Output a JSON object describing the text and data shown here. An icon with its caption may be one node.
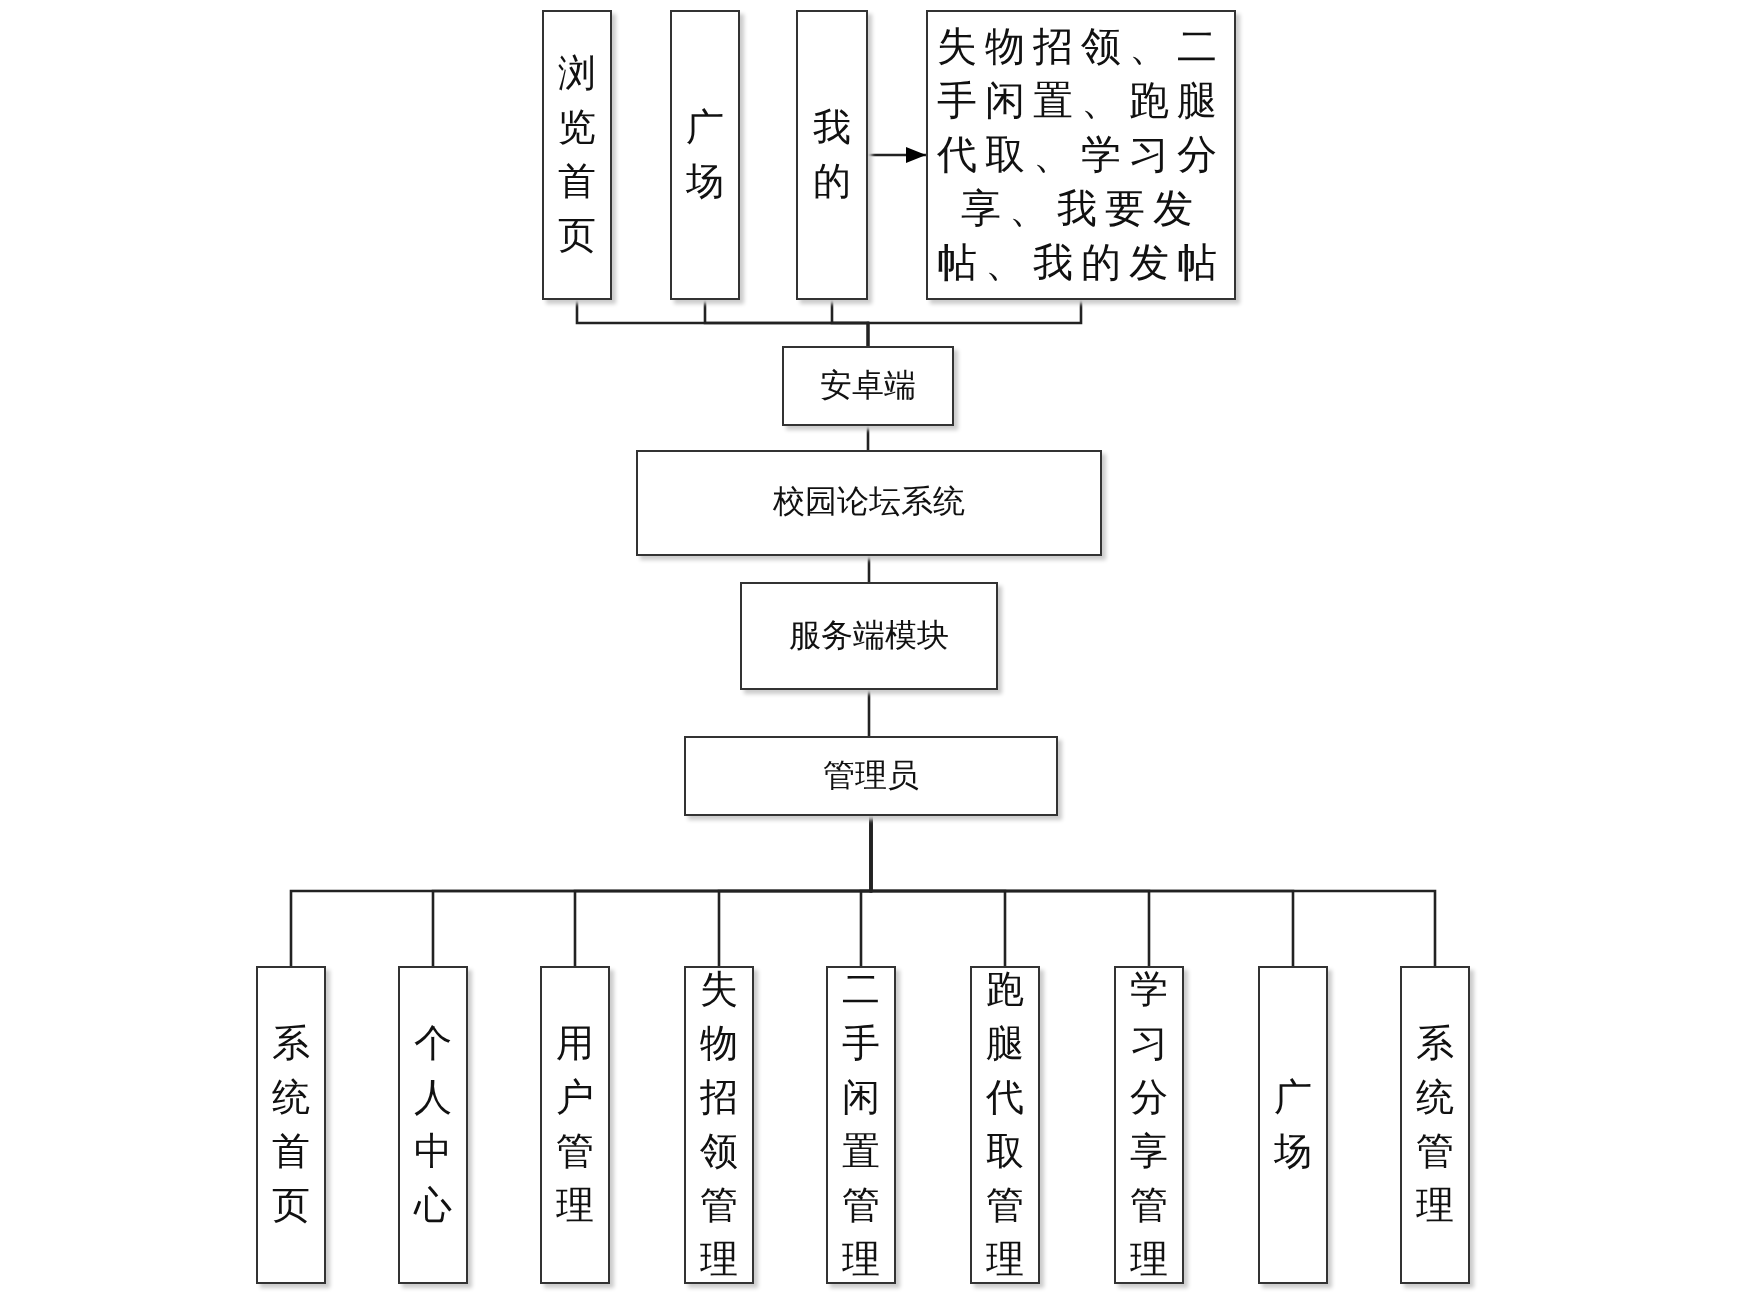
{
  "diagram": {
    "nodes": [
      {
        "text": [
          "浏览首页"
        ]
      },
      {
        "text": [
          "广场"
        ]
      },
      {
        "text": [
          "我的"
        ]
      },
      {
        "text": [
          "失物招领、二手闲置、跑腿代取、学习分享、我要发帖、我的发帖"
        ]
      },
      {
        "text": [
          "安卓端"
        ]
      },
      {
        "text": [
          "校园论坛系统"
        ]
      },
      {
        "text": [
          "服务端模块"
        ]
      },
      {
        "text": [
          "管理员"
        ]
      },
      {
        "text": [
          "系统首页"
        ]
      },
      {
        "text": [
          "个人中心"
        ]
      },
      {
        "text": [
          "用户管理"
        ]
      },
      {
        "text": [
          "失物招领管理"
        ]
      },
      {
        "text": [
          "二手闲置管理"
        ]
      },
      {
        "text": [
          "跑腿代取管理"
        ]
      },
      {
        "text": [
          "学习分享管理"
        ]
      },
      {
        "text": [
          "广场"
        ]
      },
      {
        "text": [
          "系统管理"
        ]
      }
    ],
    "edges": [
      {
        "from": 0,
        "to": 4,
        "arrow": "none"
      },
      {
        "from": 1,
        "to": 4,
        "arrow": "none"
      },
      {
        "from": 2,
        "to": 4,
        "arrow": "none"
      },
      {
        "from": 3,
        "to": 4,
        "arrow": "none"
      },
      {
        "from": 2,
        "to": 3,
        "arrow": "to"
      },
      {
        "from": 4,
        "to": 5,
        "arrow": "none"
      },
      {
        "from": 5,
        "to": 6,
        "arrow": "none"
      },
      {
        "from": 6,
        "to": 7,
        "arrow": "none"
      },
      {
        "from": 7,
        "to": 8,
        "arrow": "none"
      },
      {
        "from": 7,
        "to": 9,
        "arrow": "none"
      },
      {
        "from": 7,
        "to": 10,
        "arrow": "none"
      },
      {
        "from": 7,
        "to": 11,
        "arrow": "none"
      },
      {
        "from": 7,
        "to": 12,
        "arrow": "none"
      },
      {
        "from": 7,
        "to": 13,
        "arrow": "none"
      },
      {
        "from": 7,
        "to": 14,
        "arrow": "none"
      },
      {
        "from": 7,
        "to": 15,
        "arrow": "none"
      },
      {
        "from": 7,
        "to": 16,
        "arrow": "none"
      }
    ]
  }
}
